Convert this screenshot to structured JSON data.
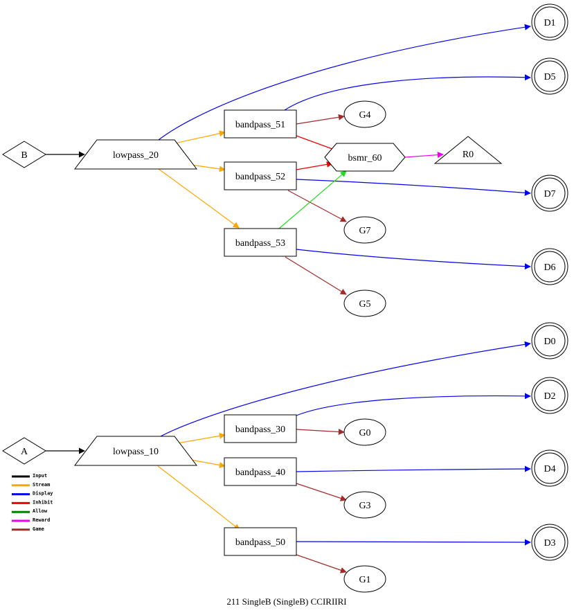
{
  "caption": "211 SingleB   (SingleB) CCIRIIRI",
  "edge_types": {
    "Input": "#000000",
    "Stream": "#FFA500",
    "Display": "#0000EE",
    "Inhibit": "#EE0000",
    "Allow": "#008000",
    "Reward": "#EE00EE",
    "Game": "#A52A2A",
    "Green": "#22DD22"
  },
  "legend": [
    {
      "label": "Input",
      "color": "#000000"
    },
    {
      "label": "Stream",
      "color": "#FFA500"
    },
    {
      "label": "Display",
      "color": "#0000EE"
    },
    {
      "label": "Inhibit",
      "color": "#EE0000"
    },
    {
      "label": "Allow",
      "color": "#008000"
    },
    {
      "label": "Reward",
      "color": "#EE00EE"
    },
    {
      "label": "Game",
      "color": "#A52A2A"
    }
  ],
  "nodes": [
    {
      "id": "B",
      "label": "B",
      "shape": "diamond"
    },
    {
      "id": "lowpass_20",
      "label": "lowpass_20",
      "shape": "trapezium"
    },
    {
      "id": "bandpass_51",
      "label": "bandpass_51",
      "shape": "box"
    },
    {
      "id": "bandpass_52",
      "label": "bandpass_52",
      "shape": "box"
    },
    {
      "id": "bandpass_53",
      "label": "bandpass_53",
      "shape": "box"
    },
    {
      "id": "bsmr_60",
      "label": "bsmr_60",
      "shape": "hexagon"
    },
    {
      "id": "R0",
      "label": "R0",
      "shape": "triangle"
    },
    {
      "id": "G4",
      "label": "G4",
      "shape": "ellipse"
    },
    {
      "id": "G7",
      "label": "G7",
      "shape": "ellipse"
    },
    {
      "id": "G5",
      "label": "G5",
      "shape": "ellipse"
    },
    {
      "id": "D1",
      "label": "D1",
      "shape": "doublecircle"
    },
    {
      "id": "D5",
      "label": "D5",
      "shape": "doublecircle"
    },
    {
      "id": "D7",
      "label": "D7",
      "shape": "doublecircle"
    },
    {
      "id": "D6",
      "label": "D6",
      "shape": "doublecircle"
    },
    {
      "id": "A",
      "label": "A",
      "shape": "diamond"
    },
    {
      "id": "lowpass_10",
      "label": "lowpass_10",
      "shape": "trapezium"
    },
    {
      "id": "bandpass_30",
      "label": "bandpass_30",
      "shape": "box"
    },
    {
      "id": "bandpass_40",
      "label": "bandpass_40",
      "shape": "box"
    },
    {
      "id": "bandpass_50",
      "label": "bandpass_50",
      "shape": "box"
    },
    {
      "id": "G0",
      "label": "G0",
      "shape": "ellipse"
    },
    {
      "id": "G3",
      "label": "G3",
      "shape": "ellipse"
    },
    {
      "id": "G1",
      "label": "G1",
      "shape": "ellipse"
    },
    {
      "id": "D0",
      "label": "D0",
      "shape": "doublecircle"
    },
    {
      "id": "D2",
      "label": "D2",
      "shape": "doublecircle"
    },
    {
      "id": "D4",
      "label": "D4",
      "shape": "doublecircle"
    },
    {
      "id": "D3",
      "label": "D3",
      "shape": "doublecircle"
    }
  ],
  "edges": [
    {
      "from": "B",
      "to": "lowpass_20",
      "type": "Input"
    },
    {
      "from": "lowpass_20",
      "to": "bandpass_51",
      "type": "Stream"
    },
    {
      "from": "lowpass_20",
      "to": "bandpass_52",
      "type": "Stream"
    },
    {
      "from": "lowpass_20",
      "to": "bandpass_53",
      "type": "Stream"
    },
    {
      "from": "lowpass_20",
      "to": "D1",
      "type": "Display"
    },
    {
      "from": "bandpass_51",
      "to": "D5",
      "type": "Display"
    },
    {
      "from": "bandpass_51",
      "to": "G4",
      "type": "Game"
    },
    {
      "from": "bandpass_51",
      "to": "bsmr_60",
      "type": "Inhibit"
    },
    {
      "from": "bandpass_52",
      "to": "bsmr_60",
      "type": "Inhibit"
    },
    {
      "from": "bandpass_52",
      "to": "D7",
      "type": "Display"
    },
    {
      "from": "bandpass_52",
      "to": "G7",
      "type": "Game"
    },
    {
      "from": "bandpass_53",
      "to": "bsmr_60",
      "type": "Green"
    },
    {
      "from": "bandpass_53",
      "to": "D6",
      "type": "Display"
    },
    {
      "from": "bandpass_53",
      "to": "G5",
      "type": "Game"
    },
    {
      "from": "bsmr_60",
      "to": "R0",
      "type": "Reward"
    },
    {
      "from": "A",
      "to": "lowpass_10",
      "type": "Input"
    },
    {
      "from": "lowpass_10",
      "to": "bandpass_30",
      "type": "Stream"
    },
    {
      "from": "lowpass_10",
      "to": "bandpass_40",
      "type": "Stream"
    },
    {
      "from": "lowpass_10",
      "to": "bandpass_50",
      "type": "Stream"
    },
    {
      "from": "lowpass_10",
      "to": "D0",
      "type": "Display"
    },
    {
      "from": "bandpass_30",
      "to": "D2",
      "type": "Display"
    },
    {
      "from": "bandpass_30",
      "to": "G0",
      "type": "Game"
    },
    {
      "from": "bandpass_40",
      "to": "D4",
      "type": "Display"
    },
    {
      "from": "bandpass_40",
      "to": "G3",
      "type": "Game"
    },
    {
      "from": "bandpass_50",
      "to": "D3",
      "type": "Display"
    },
    {
      "from": "bandpass_50",
      "to": "G1",
      "type": "Game"
    }
  ]
}
